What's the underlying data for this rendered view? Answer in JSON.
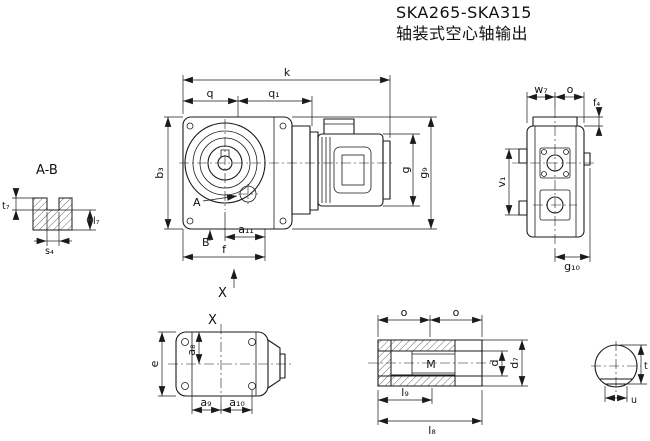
{
  "title": {
    "model": "SKA265-SKA315",
    "subtitle": "轴装式空心轴输出"
  },
  "detail_ab": {
    "label": "A-B",
    "dims": {
      "t7": "t₇",
      "l7": "l₇",
      "s4": "s₄"
    }
  },
  "main_view": {
    "dims": {
      "k": "k",
      "q": "q",
      "q1": "q₁",
      "b3": "b₃",
      "g": "g",
      "g9": "g₉",
      "a11": "a₁₁",
      "f": "f"
    },
    "markers": {
      "a": "A",
      "b": "B",
      "x": "X"
    }
  },
  "end_view": {
    "dims": {
      "w7": "w₇",
      "o": "o",
      "f4": "f₄",
      "v1": "v₁",
      "g10": "g₁₀"
    }
  },
  "top_view": {
    "label": "X",
    "dims": {
      "e": "e",
      "a8": "a₈",
      "a9": "a₉",
      "a10": "a₁₀"
    }
  },
  "shaft_view": {
    "thread": "M",
    "dims": {
      "o_left": "o",
      "o_right": "o",
      "d": "d",
      "d7": "d₇",
      "l9": "l₉",
      "l8": "l₈"
    }
  },
  "shaft_section": {
    "dims": {
      "t": "t",
      "u": "u"
    }
  }
}
